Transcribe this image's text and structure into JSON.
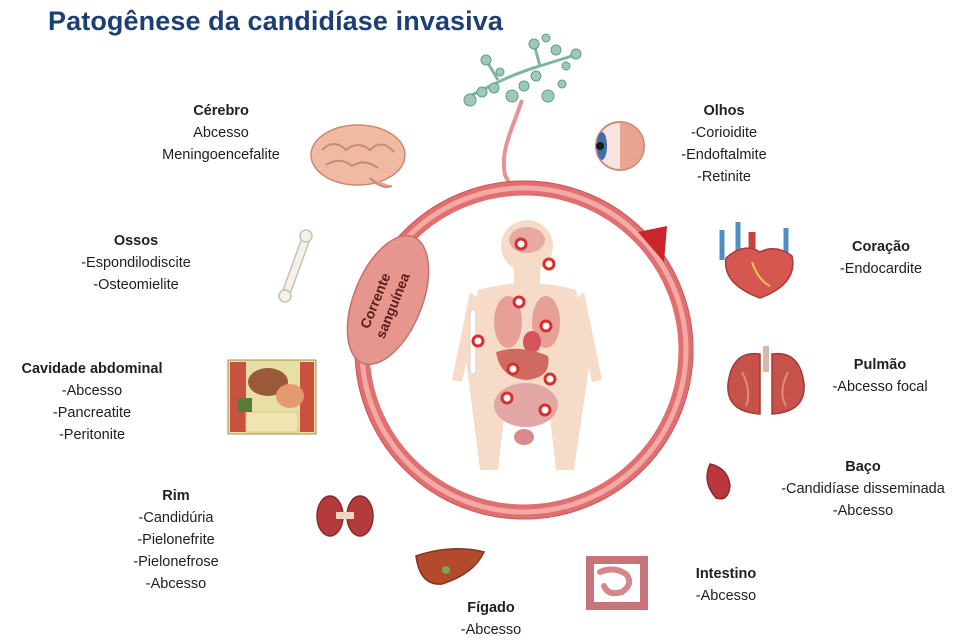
{
  "title": "Patogênese da candidíase invasiva",
  "center_label": [
    "Corrente",
    "sanguínea"
  ],
  "organs": [
    {
      "id": "cerebro",
      "name": "Cérebro",
      "items": [
        "Abcesso",
        "Meningoencefalite"
      ]
    },
    {
      "id": "ossos",
      "name": "Ossos",
      "items": [
        "-Espondilodiscite",
        "-Osteomielite"
      ]
    },
    {
      "id": "cavidade",
      "name": "Cavidade abdominal",
      "items": [
        "-Abcesso",
        "-Pancreatite",
        "-Peritonite"
      ]
    },
    {
      "id": "rim",
      "name": "Rim",
      "items": [
        "-Candidúria",
        "-Pielonefrite",
        "-Pielonefrose",
        "-Abcesso"
      ]
    },
    {
      "id": "figado",
      "name": "Fígado",
      "items": [
        "-Abcesso"
      ]
    },
    {
      "id": "intestino",
      "name": "Intestino",
      "items": [
        "-Abcesso"
      ]
    },
    {
      "id": "baco",
      "name": "Baço",
      "items": [
        "-Candidíase disseminada",
        "-Abcesso"
      ]
    },
    {
      "id": "pulmao",
      "name": "Pulmão",
      "items": [
        "-Abcesso focal"
      ]
    },
    {
      "id": "coracao",
      "name": "Coração",
      "items": [
        "-Endocardite"
      ]
    },
    {
      "id": "olhos",
      "name": "Olhos",
      "items": [
        "-Corioidite",
        "-Endoftalmite",
        "-Retinite"
      ]
    }
  ],
  "colors": {
    "title": "#1c3f75",
    "ring": "#e3797b",
    "ring_inner": "#f6c2bf",
    "badge": "#e6968e",
    "body_skin": "#f6dcc8",
    "infection_dot": "#d6302f"
  },
  "icons": [
    "fungus-icon",
    "brain-icon",
    "eye-icon",
    "bone-icon",
    "heart-icon",
    "abdomen-icon",
    "lungs-icon",
    "spleen-icon",
    "kidneys-icon",
    "liver-icon",
    "intestine-icon",
    "human-body-icon"
  ]
}
